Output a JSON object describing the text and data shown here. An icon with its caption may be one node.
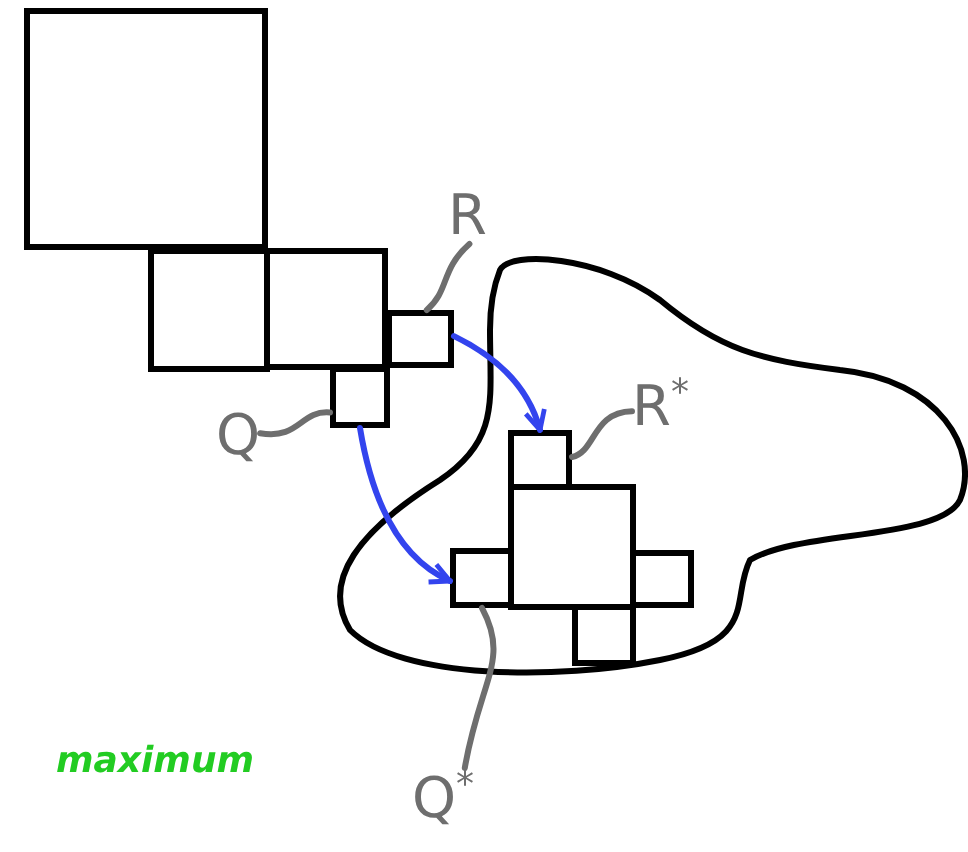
{
  "diagram": {
    "nodes": [
      {
        "text": [],
        "shape": "box"
      },
      {
        "text": [],
        "shape": "box"
      },
      {
        "text": [],
        "shape": "box"
      },
      {
        "text": [],
        "shape": "box"
      },
      {
        "text": [],
        "shape": "box"
      },
      {
        "text": [],
        "shape": "cloud"
      },
      {
        "text": [],
        "shape": "box",
        "in": 5
      },
      {
        "text": [],
        "shape": "box",
        "in": 5
      },
      {
        "text": [],
        "shape": "box",
        "in": 5
      },
      {
        "text": [],
        "shape": "box",
        "in": 5
      },
      {
        "text": [],
        "shape": "box",
        "in": 5
      },
      {
        "text": [
          "R"
        ]
      },
      {
        "text": [
          "Q"
        ]
      },
      {
        "text": [
          "R$^{*}$"
        ],
        "in": 5
      },
      {
        "text": [
          "Q$^{*}$"
        ]
      }
    ],
    "edges": [
      {
        "from": 3,
        "to": 6,
        "arrow": "to",
        "color": "#3344ee"
      },
      {
        "from": 4,
        "to": 8,
        "arrow": "to",
        "color": "#3344ee"
      },
      {
        "from": 11,
        "to": 3,
        "arrow": "none"
      },
      {
        "from": 12,
        "to": 4,
        "arrow": "none"
      },
      {
        "from": 13,
        "to": 6,
        "arrow": "none"
      },
      {
        "from": 14,
        "to": 8,
        "arrow": "none"
      }
    ],
    "labels": [
      "maximum"
    ]
  }
}
